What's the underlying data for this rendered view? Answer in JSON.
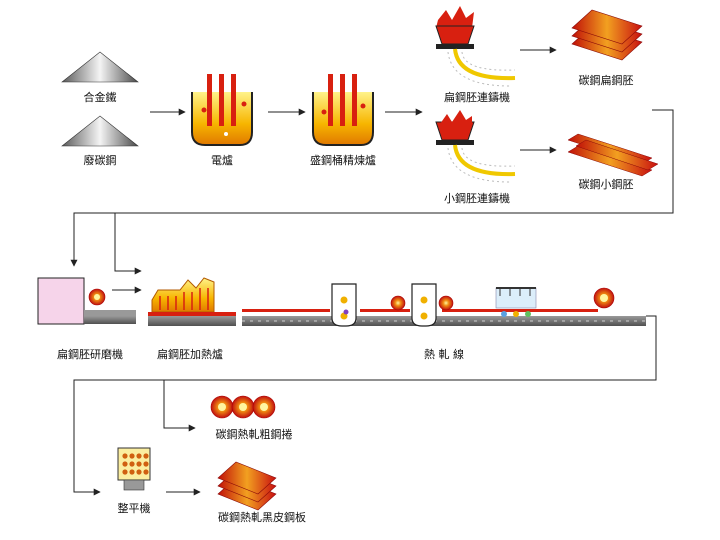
{
  "labels": {
    "alloy": "合金鐵",
    "scrap": "廢碳鋼",
    "eaf": "電爐",
    "ladle": "盛鋼桶精煉爐",
    "slab_caster": "扁鋼胚連鑄機",
    "billet_caster": "小鋼胚連鑄機",
    "slab": "碳鋼扁鋼胚",
    "billet": "碳鋼小鋼胚",
    "grinder": "扁鋼胚研磨機",
    "reheat": "扁鋼胚加熱爐",
    "hot_mill": "熱 軋 線",
    "coil": "碳鋼熱軋粗鋼捲",
    "leveler": "整平機",
    "plate": "碳鋼熱軋黑皮鋼板"
  },
  "colors": {
    "molten": "#f7b500",
    "hot_red": "#d82010",
    "roller": "#6f6f6f",
    "line": "#222222"
  }
}
